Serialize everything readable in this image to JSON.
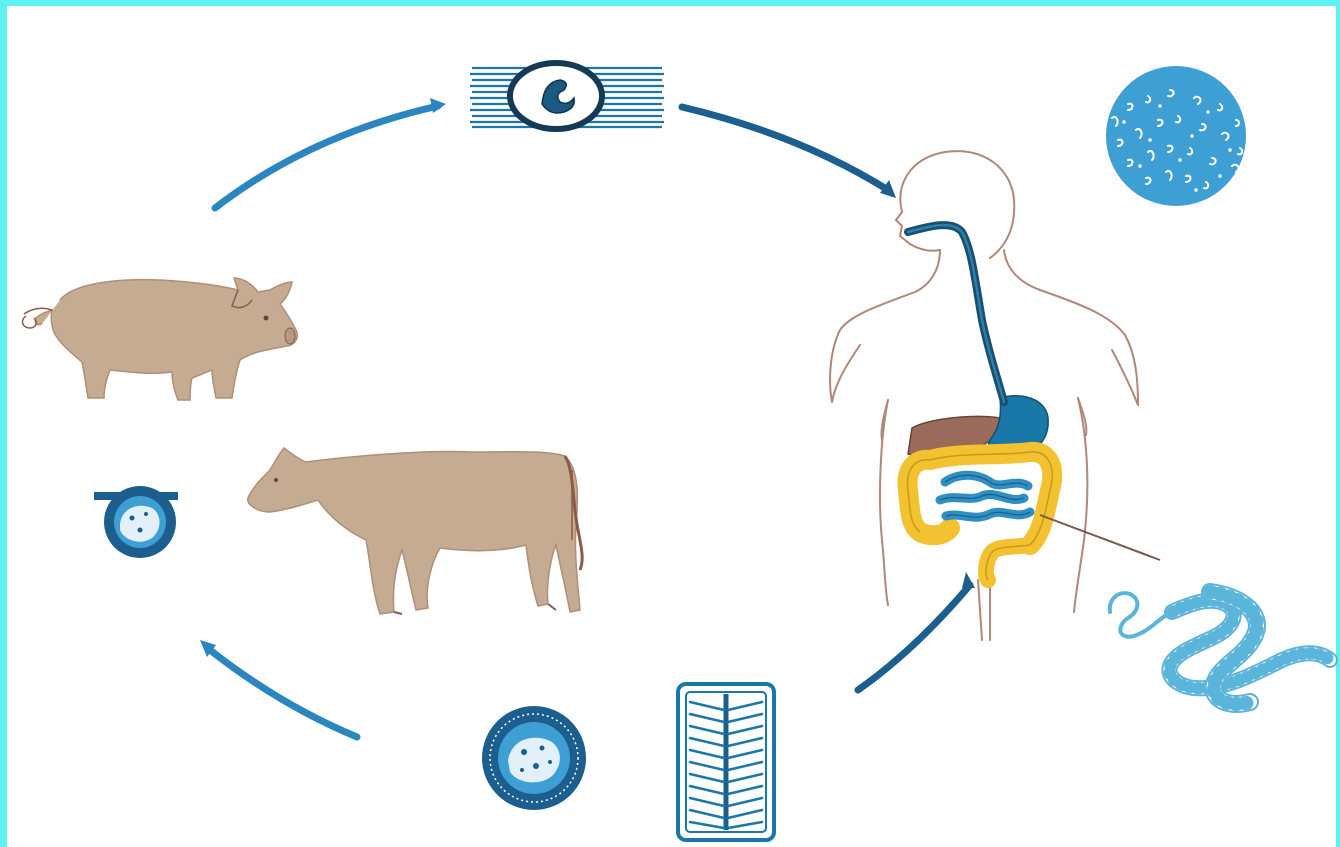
{
  "diagram": {
    "kind": "parasite-life-cycle",
    "colors": {
      "frame": "#5ff2f2",
      "arrow": "#2b86c0",
      "arrow_dark": "#1c5f8f",
      "animal_fill": "#c5ab91",
      "animal_outline": "#8a5a4a",
      "body_outline": "#b08878",
      "esophagus": "#1b4f6e",
      "stomach": "#1a78a8",
      "liver": "#9a6a5a",
      "colon": "#f2c230",
      "small_intestine": "#2f8ec2",
      "egg_disc": "#3d9fd3",
      "worm_outline": "#5bb4d9"
    },
    "elements": [
      {
        "id": "cyst-in-muscle",
        "icon": "encysted-larva-in-muscle-icon"
      },
      {
        "id": "egg-cluster",
        "icon": "eggs-disc-icon"
      },
      {
        "id": "human-host",
        "icon": "human-digestive-system-icon"
      },
      {
        "id": "adult-tapeworm",
        "icon": "tapeworm-icon"
      },
      {
        "id": "proglottid",
        "icon": "gravid-proglottid-icon"
      },
      {
        "id": "egg-bottom",
        "icon": "egg-icon"
      },
      {
        "id": "egg-left",
        "icon": "egg-icon"
      },
      {
        "id": "cow",
        "icon": "cow-icon"
      },
      {
        "id": "pig",
        "icon": "pig-icon"
      }
    ]
  }
}
